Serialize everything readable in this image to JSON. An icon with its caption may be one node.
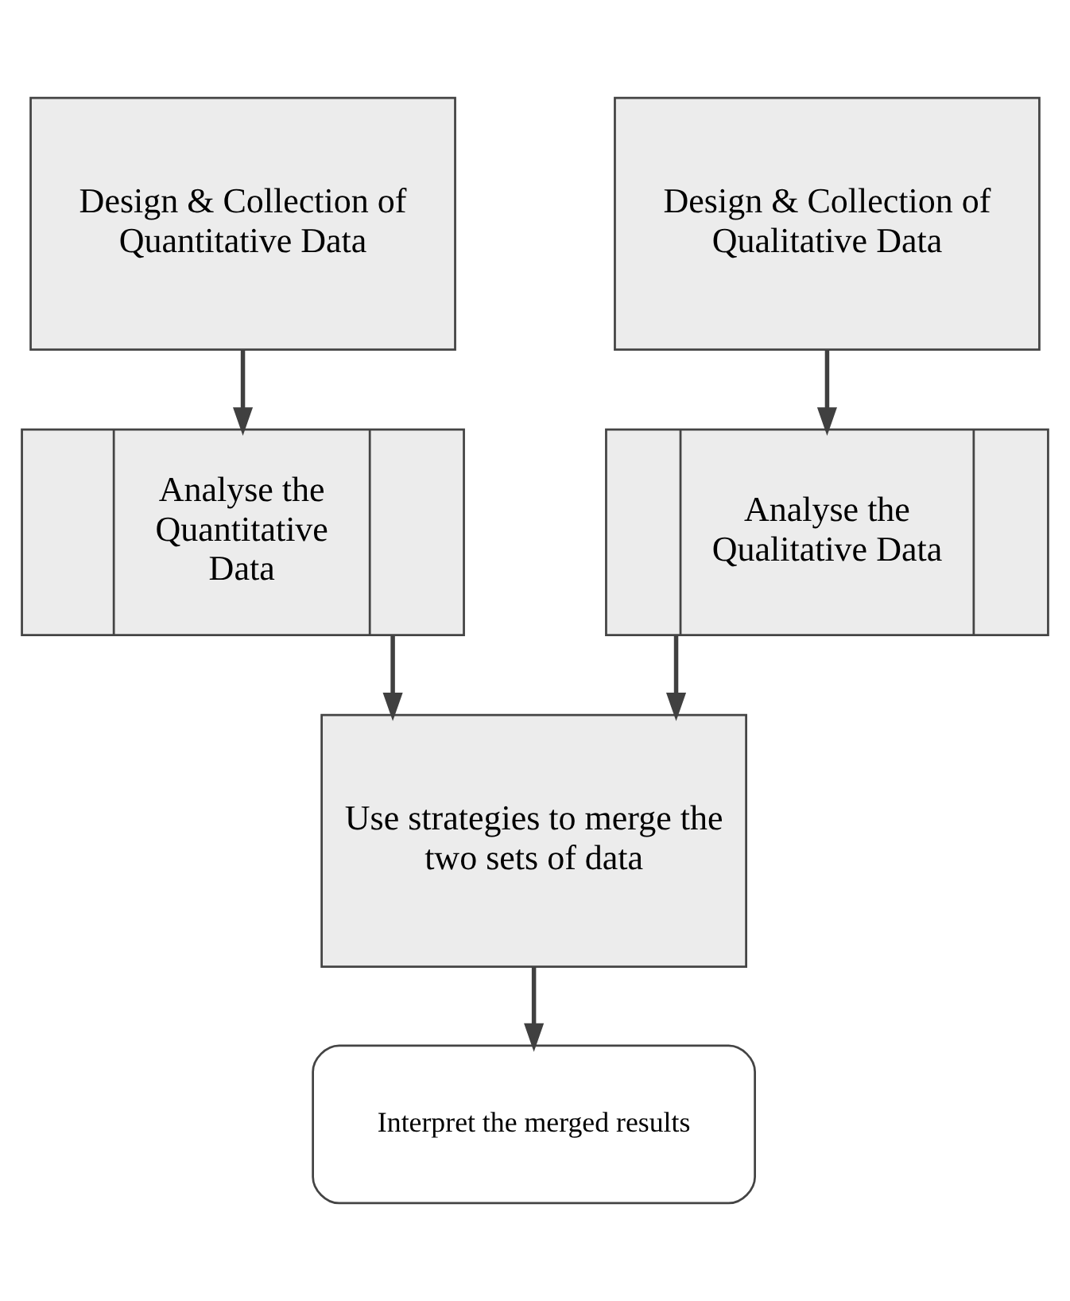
{
  "diagram": {
    "nodes": [
      {
        "text": [
          "Design & Collection of Quantitative Data"
        ]
      },
      {
        "text": [
          "Design & Collection of Qualitative Data"
        ]
      },
      {
        "text": [
          "Analyse the Quantitative Data"
        ]
      },
      {
        "text": [
          "Analyse the Qualitative Data"
        ]
      },
      {
        "text": [
          "Use strategies to merge the two sets of data"
        ]
      },
      {
        "text": [
          "Interpret the merged results"
        ]
      }
    ],
    "edges": [
      {
        "from": 0,
        "to": 2,
        "arrow": "to"
      },
      {
        "from": 1,
        "to": 3,
        "arrow": "to"
      },
      {
        "from": 2,
        "to": 4,
        "arrow": "to"
      },
      {
        "from": 3,
        "to": 4,
        "arrow": "to"
      },
      {
        "from": 4,
        "to": 5,
        "arrow": "to"
      }
    ]
  }
}
